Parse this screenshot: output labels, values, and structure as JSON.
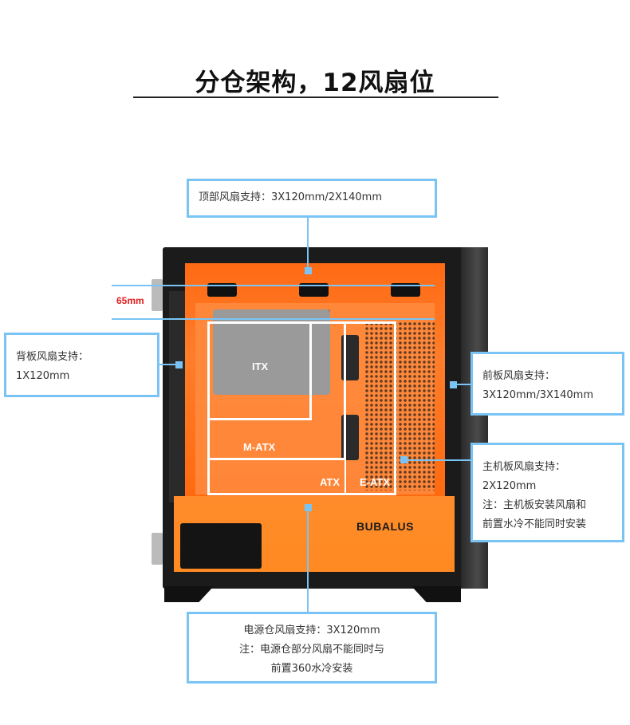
{
  "title": "分仓架构，12风扇位",
  "measurement": "65mm",
  "brand": "BUBALUS",
  "form_factors": {
    "itx": "ITX",
    "matx": "M-ATX",
    "atx": "ATX",
    "eatx": "E-ATX"
  },
  "callouts": {
    "top": [
      "顶部风扇支持：3X120mm/2X140mm"
    ],
    "rear": [
      "背板风扇支持：",
      "1X120mm"
    ],
    "front": [
      "前板风扇支持：",
      "3X120mm/3X140mm"
    ],
    "motherboard": [
      "主机板风扇支持：",
      "2X120mm",
      "注：主机板安装风扇和",
      "前置水冷不能同时安装"
    ],
    "psu": [
      "电源仓风扇支持：3X120mm",
      "注：电源仓部分风扇不能同时与",
      "前置360水冷安装"
    ]
  },
  "colors": {
    "accent": "#79c4f5",
    "case_orange": "#ff7a22",
    "measure_red": "#e02020"
  }
}
